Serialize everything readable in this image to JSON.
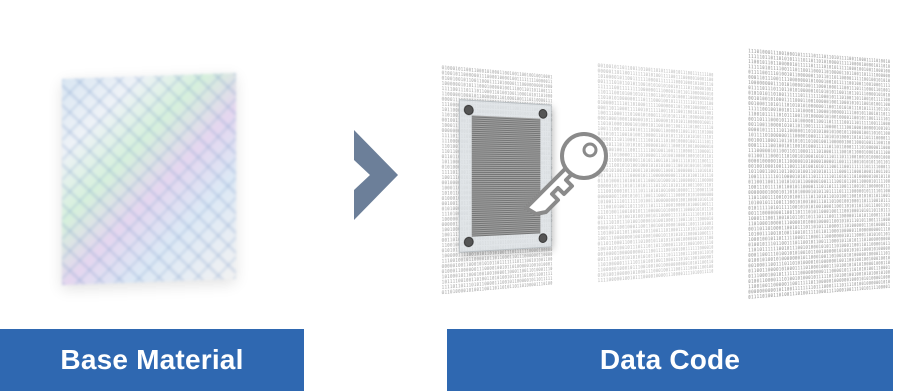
{
  "labels": {
    "base_material": "Base Material",
    "data_code": "Data Code"
  },
  "icons": {
    "arrow": "chevron-right-icon",
    "key": "key-icon",
    "hologram": "hologram-sheet-image",
    "plate": "mesh-plate-image"
  },
  "colors": {
    "label_bar": "#2f68b1",
    "label_text": "#ffffff",
    "arrow": "#6c7f99",
    "code_text": "#9a9a9a"
  }
}
